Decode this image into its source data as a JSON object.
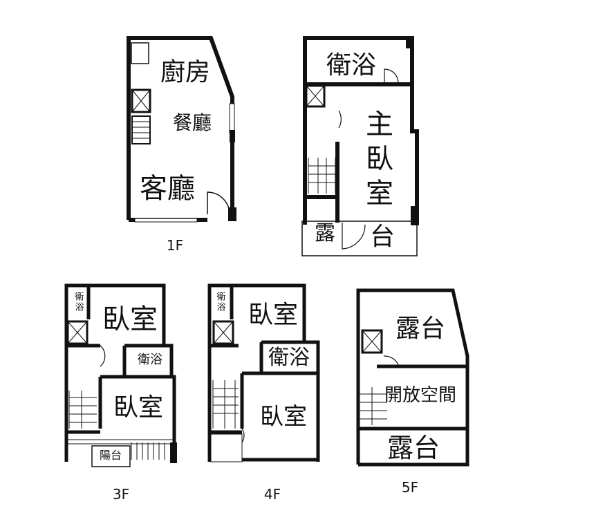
{
  "floors": {
    "f1": {
      "label": "1F",
      "kitchen": "廚房",
      "dining": "餐廳",
      "living": "客廳"
    },
    "f2": {
      "bath": "衛浴",
      "master_bedroom": "主臥室",
      "terrace_left": "露",
      "terrace_right": "台"
    },
    "f3": {
      "label": "3F",
      "bath_small": "衛浴",
      "bedroom_top": "臥室",
      "bath": "衛浴",
      "bedroom_bottom": "臥室",
      "balcony": "陽台"
    },
    "f4": {
      "label": "4F",
      "bath_small": "衛浴",
      "bedroom_top": "臥室",
      "bath": "衛浴",
      "bedroom_bottom": "臥室"
    },
    "f5": {
      "label": "5F",
      "terrace_top": "露台",
      "open_space": "開放空間",
      "terrace_bottom": "露台"
    }
  }
}
